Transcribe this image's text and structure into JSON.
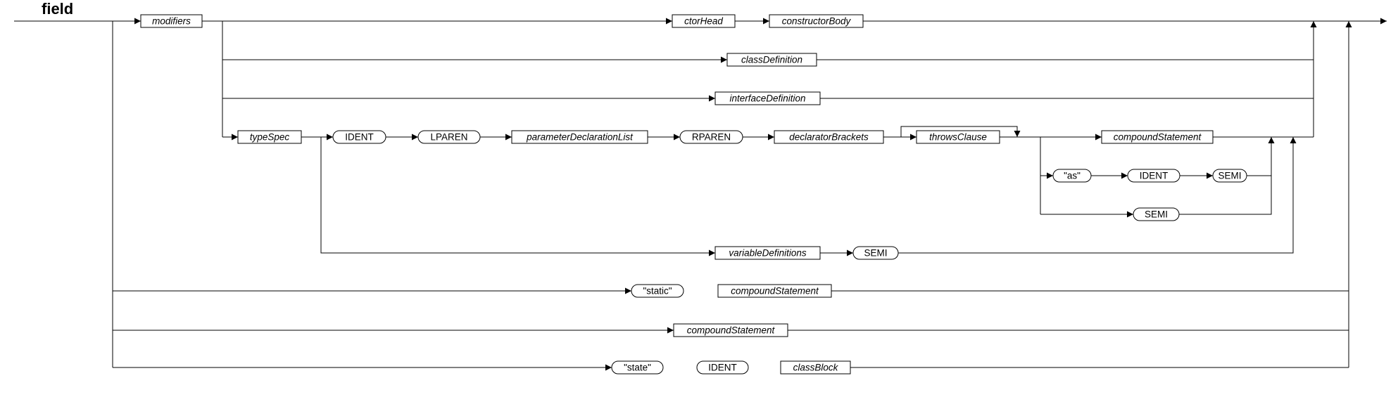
{
  "title": "field",
  "nodes": [
    {
      "id": "n1",
      "text": "modifiers",
      "kind": "nonterminal"
    },
    {
      "id": "n2",
      "text": "ctorHead",
      "kind": "nonterminal"
    },
    {
      "id": "n3",
      "text": "constructorBody",
      "kind": "nonterminal"
    },
    {
      "id": "n4",
      "text": "classDefinition",
      "kind": "nonterminal"
    },
    {
      "id": "n5",
      "text": "interfaceDefinition",
      "kind": "nonterminal"
    },
    {
      "id": "n6",
      "text": "typeSpec",
      "kind": "nonterminal"
    },
    {
      "id": "n7",
      "text": "IDENT",
      "kind": "terminal"
    },
    {
      "id": "n8",
      "text": "LPAREN",
      "kind": "terminal"
    },
    {
      "id": "n9",
      "text": "parameterDeclarationList",
      "kind": "nonterminal"
    },
    {
      "id": "n10",
      "text": "RPAREN",
      "kind": "terminal"
    },
    {
      "id": "n11",
      "text": "declaratorBrackets",
      "kind": "nonterminal"
    },
    {
      "id": "n12",
      "text": "throwsClause",
      "kind": "nonterminal"
    },
    {
      "id": "n13",
      "text": "compoundStatement",
      "kind": "nonterminal"
    },
    {
      "id": "n14",
      "text": "\"as\"",
      "kind": "terminal"
    },
    {
      "id": "n15",
      "text": "IDENT",
      "kind": "terminal"
    },
    {
      "id": "n16",
      "text": "SEMI",
      "kind": "terminal"
    },
    {
      "id": "n17",
      "text": "SEMI",
      "kind": "terminal"
    },
    {
      "id": "n18",
      "text": "variableDefinitions",
      "kind": "nonterminal"
    },
    {
      "id": "n19",
      "text": "SEMI",
      "kind": "terminal"
    },
    {
      "id": "n20",
      "text": "\"static\"",
      "kind": "terminal"
    },
    {
      "id": "n21",
      "text": "compoundStatement",
      "kind": "nonterminal"
    },
    {
      "id": "n22",
      "text": "compoundStatement",
      "kind": "nonterminal"
    },
    {
      "id": "n23",
      "text": "\"state\"",
      "kind": "terminal"
    },
    {
      "id": "n24",
      "text": "IDENT",
      "kind": "terminal"
    },
    {
      "id": "n25",
      "text": "classBlock",
      "kind": "nonterminal"
    }
  ]
}
